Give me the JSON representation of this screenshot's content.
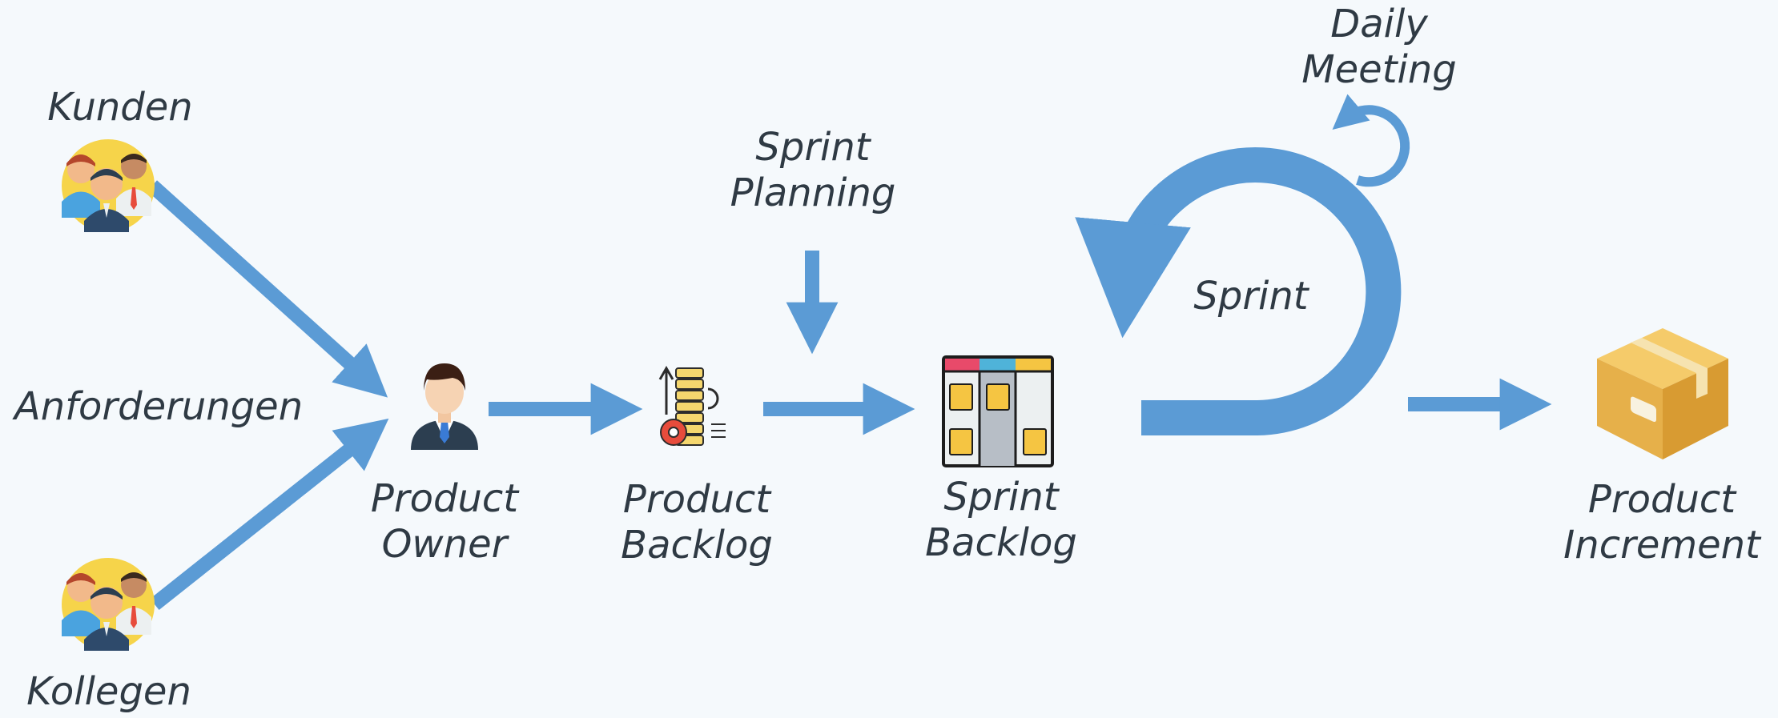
{
  "labels": {
    "kunden": "Kunden",
    "anforderungen": "Anforderungen",
    "kollegen": "Kollegen",
    "product_owner": [
      "Product",
      "Owner"
    ],
    "product_backlog": [
      "Product",
      "Backlog"
    ],
    "sprint_planning": [
      "Sprint",
      "Planning"
    ],
    "sprint_backlog": [
      "Sprint",
      "Backlog"
    ],
    "daily_meeting": [
      "Daily",
      "Meeting"
    ],
    "sprint": "Sprint",
    "product_increment": [
      "Product",
      "Increment"
    ]
  },
  "colors": {
    "background": "#f5f9fc",
    "arrow": "#5b9bd5",
    "text": "#2f3a44"
  },
  "icons": {
    "kunden": "people-group-icon",
    "kollegen": "people-group-icon",
    "product_owner": "businessman-icon",
    "product_backlog": "coins-gear-icon",
    "sprint_backlog": "kanban-board-icon",
    "product_increment": "package-box-icon"
  }
}
